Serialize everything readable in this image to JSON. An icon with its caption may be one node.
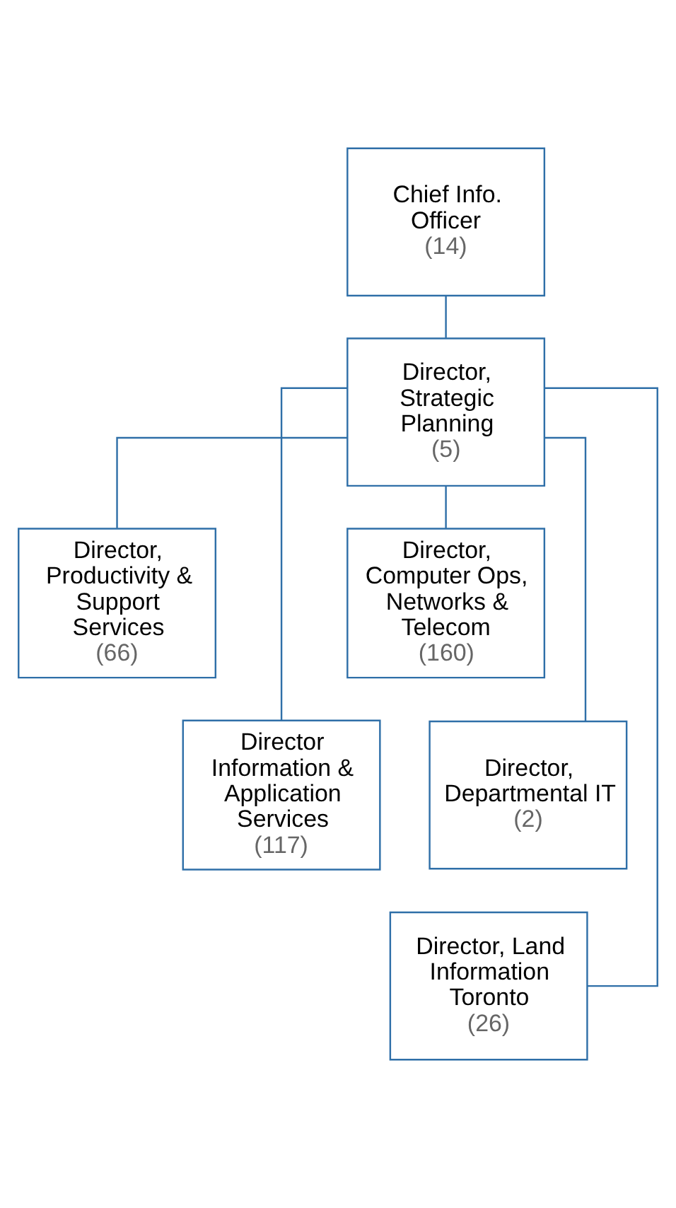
{
  "diagram": {
    "nodes": [
      {
        "text": [
          "Chief Info. Officer",
          "(14)"
        ]
      },
      {
        "text": [
          "Director, Strategic Planning",
          "(5)"
        ]
      },
      {
        "text": [
          "Director, Productivity & Support Services",
          "(66)"
        ]
      },
      {
        "text": [
          "Director, Computer Ops, Networks & Telecom",
          "(160)"
        ]
      },
      {
        "text": [
          "Director Information & Application Services",
          "(117)"
        ]
      },
      {
        "text": [
          "Director, Departmental IT",
          "(2)"
        ]
      },
      {
        "text": [
          "Director, Land Information Toronto",
          "(26)"
        ]
      }
    ],
    "edges": [
      {
        "from": 0,
        "to": 1,
        "arrow": "none"
      },
      {
        "from": 1,
        "to": 2,
        "arrow": "none"
      },
      {
        "from": 1,
        "to": 3,
        "arrow": "none"
      },
      {
        "from": 1,
        "to": 4,
        "arrow": "none"
      },
      {
        "from": 1,
        "to": 5,
        "arrow": "none"
      },
      {
        "from": 1,
        "to": 6,
        "arrow": "none"
      }
    ]
  }
}
